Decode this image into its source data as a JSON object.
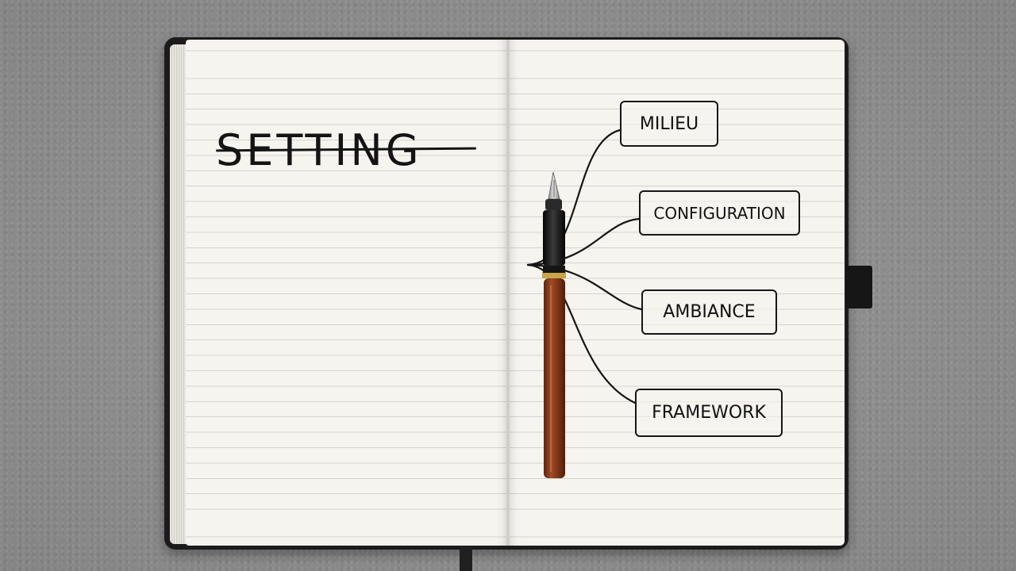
{
  "notebook": {
    "left_page": {
      "heading": "SETTING"
    },
    "right_page": {
      "mind_map": {
        "nodes": [
          {
            "label": "MILIEU"
          },
          {
            "label": "CONFIGURATION"
          },
          {
            "label": "AMBIANCE"
          },
          {
            "label": "FRAMEWORK"
          }
        ]
      }
    }
  },
  "colors": {
    "background": "#8e8e8e",
    "cover": "#1b1b1b",
    "paper": "#f6f4ef",
    "ink": "#141414",
    "pen_barrel": "#8a3d1c",
    "pen_cap": "#151515",
    "pen_trim": "#c9a44a"
  },
  "icons": {
    "pen": "fountain-pen-icon"
  }
}
